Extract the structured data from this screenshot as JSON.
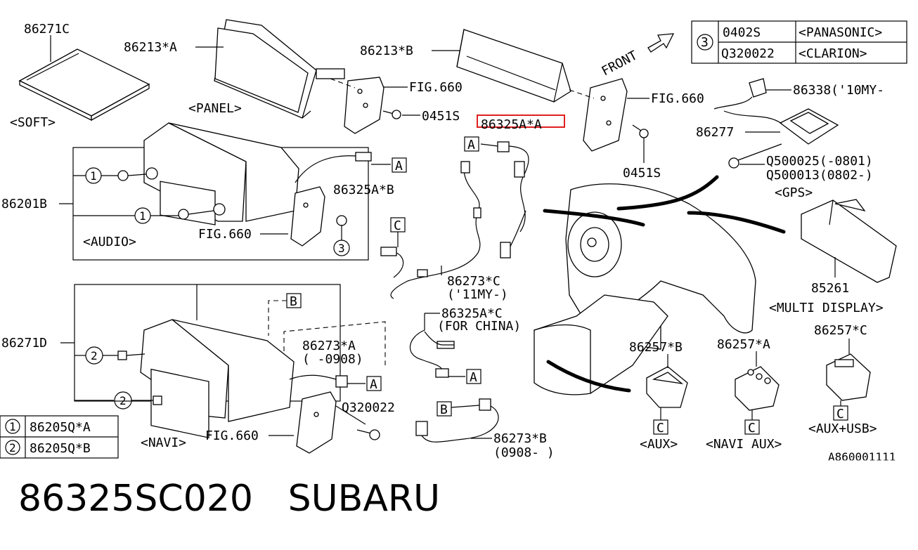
{
  "labels": {
    "p86271c": "86271C",
    "soft": "<SOFT>",
    "p86213a": "86213*A",
    "panel": "<PANEL>",
    "fig660_top": "FIG.660",
    "s0451_top": "0451S",
    "p86213b": "86213*B",
    "front": "FRONT",
    "fig660_right": "FIG.660",
    "s0451_right": "0451S",
    "p86325aa": "86325A*A",
    "p86338": "86338('10MY-",
    "p86277": "86277",
    "q500025": "Q500025(-0801)",
    "q500013": "Q500013(0802-)",
    "gps": "<GPS>",
    "p86201b": "86201B",
    "p86325ab": "86325A*B",
    "fig660_audio": "FIG.660",
    "audio": "<AUDIO>",
    "p86273c": "86273*C",
    "p86273c_sub": "('11MY-)",
    "p85261": "85261",
    "multi": "<MULTI DISPLAY>",
    "p86271d": "86271D",
    "p86325ac": "86325A*C",
    "china": "(FOR CHINA)",
    "p86273a": "86273*A",
    "p86273a_sub": "( -0908)",
    "q320022": "Q320022",
    "fig660_navi": "FIG.660",
    "navi": "<NAVI>",
    "p86273b": "86273*B",
    "p86273b_sub": "(0908- )",
    "p86257b": "86257*B",
    "p86257a": "86257*A",
    "p86257c": "86257*C",
    "aux": "<AUX>",
    "navi_aux": "<NAVI AUX>",
    "aux_usb": "<AUX+USB>",
    "ref": "A860001111"
  },
  "callouts": {
    "a": "A",
    "b": "B",
    "c": "C"
  },
  "circles": {
    "one": "1",
    "two": "2",
    "three": "3"
  },
  "table_top": {
    "key": "3",
    "rows": [
      {
        "part": "0402S",
        "brand": "<PANASONIC>"
      },
      {
        "part": "Q320022",
        "brand": "<CLARION>"
      }
    ]
  },
  "table_bottom": {
    "rows": [
      {
        "key": "1",
        "part": "86205Q*A"
      },
      {
        "key": "2",
        "part": "86205Q*B"
      }
    ]
  },
  "footer": {
    "part_number": "86325SC020",
    "brand": "SUBARU"
  },
  "colors": {
    "highlight": "#e02020",
    "ink": "#000000",
    "paper": "#ffffff"
  }
}
